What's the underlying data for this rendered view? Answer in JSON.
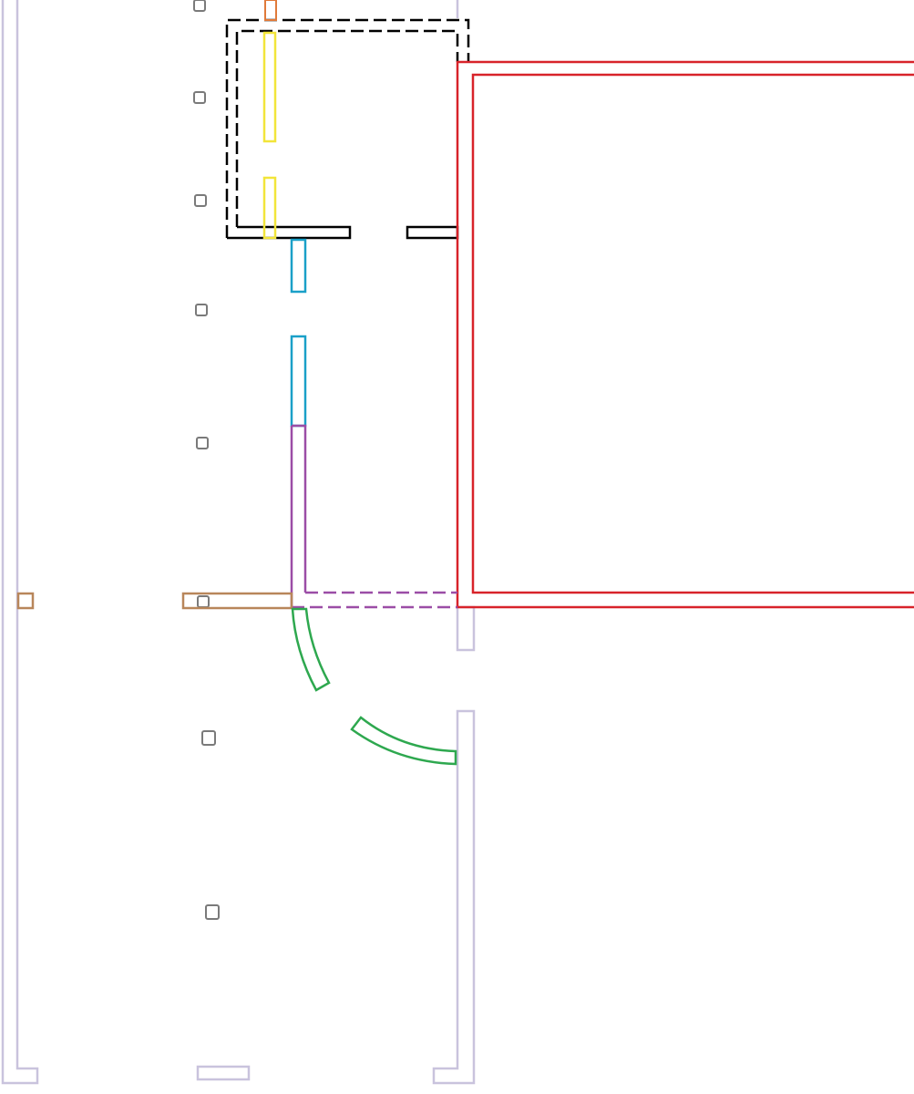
{
  "floor_plan": {
    "description_visible_text": "",
    "colors": {
      "background": "#ffffff",
      "outer_walls": "#c9c3dd",
      "columns": "#7a7a7a",
      "black_room": "#000000",
      "red_room": "#d8232a",
      "yellow_elements": "#f2e53a",
      "orange_element": "#e07a3a",
      "blue_partition": "#1aa0c8",
      "purple_partition": "#9b4da6",
      "brown_beams": "#b8865a",
      "green_door": "#2ea84f"
    },
    "element_types": [
      "outer-wall",
      "column",
      "black-room",
      "red-room",
      "yellow-panel",
      "orange-post",
      "blue-partition",
      "purple-partition",
      "brown-beam",
      "green-door-swing"
    ]
  }
}
